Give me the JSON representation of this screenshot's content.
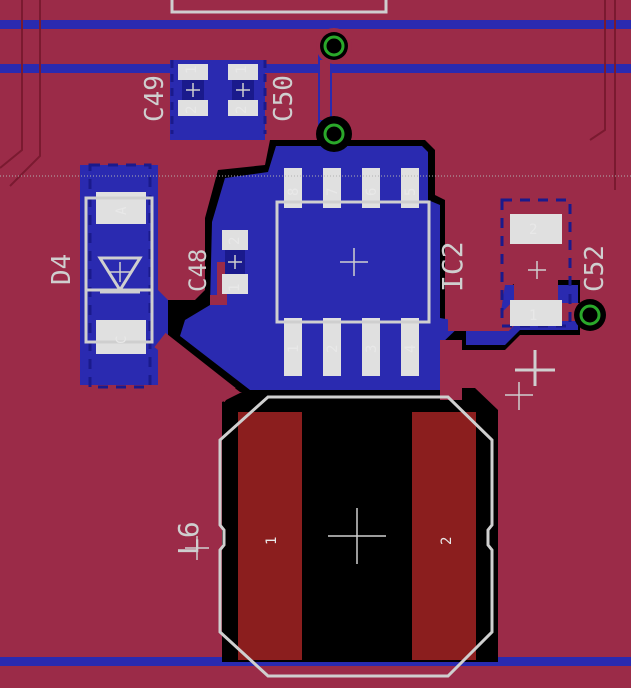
{
  "colors": {
    "copper_top": "#9b2b48",
    "copper_bottom": "#2a2ab0",
    "background": "#000000",
    "pad": "#8b1e1e",
    "silkscreen": "#cfcfcf",
    "via_ring": "#2aa82a"
  },
  "labels": {
    "c49": "C49",
    "c50": "C50",
    "c48": "C48",
    "c52": "C52",
    "d4": "D4",
    "ic2": "IC2",
    "l6": "L6"
  },
  "pins": {
    "c49_1": "1",
    "c49_2": "2",
    "c50_1": "1",
    "c50_2": "2",
    "c48_1": "1",
    "c48_2": "2",
    "c52_1": "1",
    "c52_2": "2",
    "d4_a": "A",
    "d4_c": "C",
    "ic2_1": "1",
    "ic2_2": "2",
    "ic2_3": "3",
    "ic2_4": "4",
    "ic2_5": "5",
    "ic2_6": "6",
    "ic2_7": "7",
    "ic2_8": "8",
    "l6_1": "1",
    "l6_2": "2"
  }
}
